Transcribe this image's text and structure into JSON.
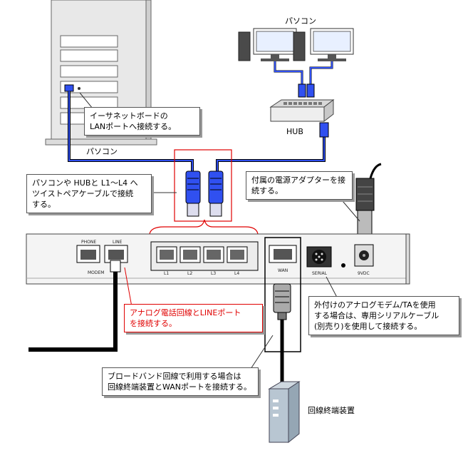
{
  "labels": {
    "pc_top": "パソコン",
    "hub": "HUB",
    "pc_left": "パソコン",
    "modem_device": "回線終端装置"
  },
  "callouts": {
    "ethernet_board": [
      "イーサネットボードの",
      "LANポートへ接続する。"
    ],
    "twisted_pair": [
      "パソコンや HUBと L1～L4 へ",
      "ツイストペアケーブルで接続",
      "する。"
    ],
    "power_adapter": [
      "付属の電源アダプターを接続する。"
    ],
    "analog_line": [
      "アナログ電話回線とLINEポート",
      "を接続する。"
    ],
    "serial": [
      "外付けのアナログモデム/TAを使用",
      "する場合は、専用シリアルケーブル",
      "(別売り)を使用して接続する。"
    ],
    "broadband": [
      "ブロードバンド回線で利用する場合は",
      "回線終端装置とWANポートを接続する。"
    ]
  },
  "ports": {
    "phone": "PHONE",
    "line": "LINE",
    "modem": "MODEM",
    "l1": "L1",
    "l2": "L2",
    "l3": "L3",
    "l4": "L4",
    "wan": "WAN",
    "serial": "SERIAL",
    "dc": "9VDC"
  },
  "colors": {
    "cable_blue": "#3050f0",
    "highlight_red": "#e00000"
  }
}
